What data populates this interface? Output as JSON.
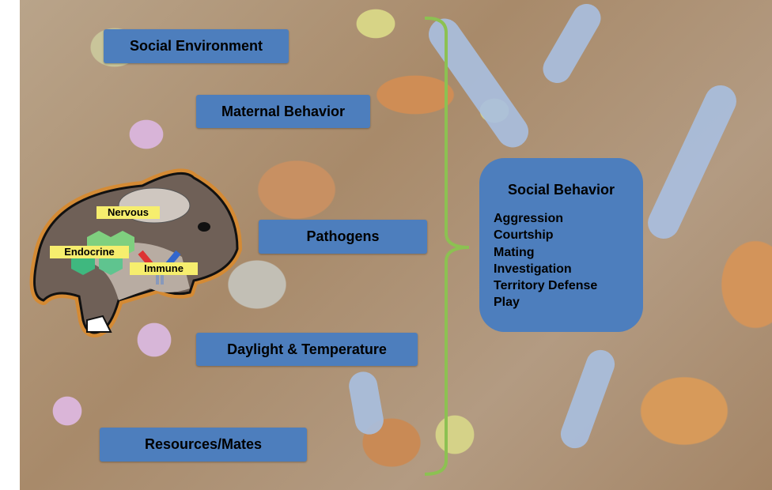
{
  "factors": [
    {
      "label": "Social Environment"
    },
    {
      "label": "Maternal Behavior"
    },
    {
      "label": "Pathogens"
    },
    {
      "label": "Daylight & Temperature"
    },
    {
      "label": "Resources/Mates"
    }
  ],
  "hamster_labels": {
    "nervous": "Nervous",
    "endocrine": "Endocrine",
    "immune": "Immune"
  },
  "outcome": {
    "title": "Social Behavior",
    "items": [
      "Aggression",
      "Courtship",
      "Mating",
      "Investigation",
      "Territory Defense",
      "Play"
    ]
  },
  "colors": {
    "box": "#4d7ebd",
    "brace": "#8cc152",
    "label": "#f6ee6e"
  }
}
